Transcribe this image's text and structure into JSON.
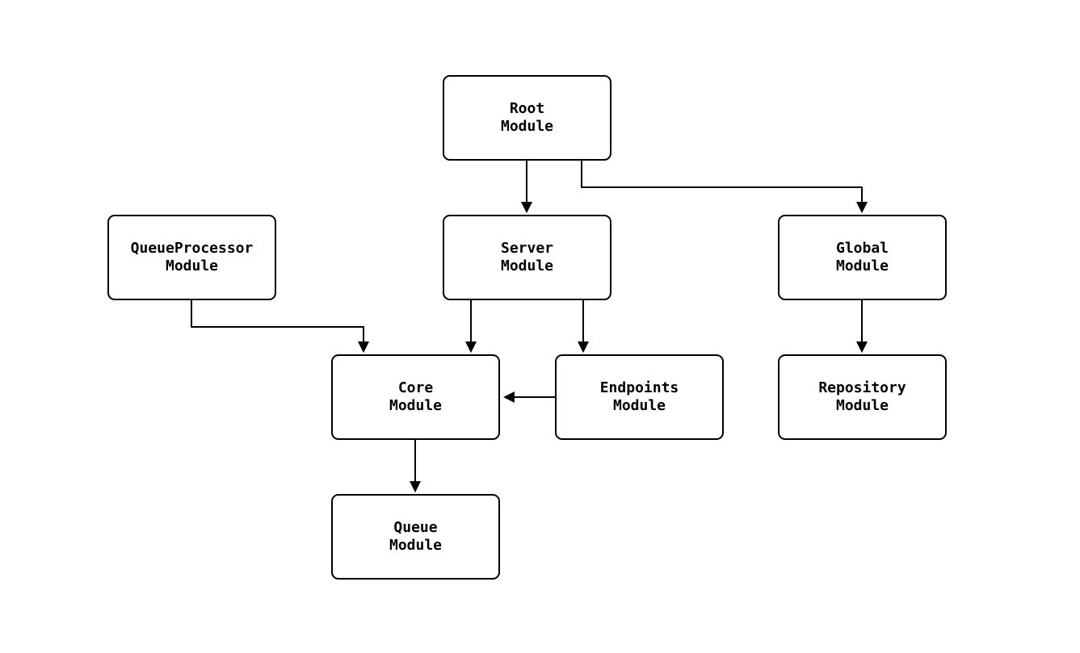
{
  "diagram": {
    "background_color": "#ffffff",
    "node_fill_color": "#ffffff",
    "stroke_color": "#000000",
    "text_color": "#000000",
    "nodes": {
      "root": {
        "line1": "Root",
        "line2": "Module"
      },
      "queueprocessor": {
        "line1": "QueueProcessor",
        "line2": "Module"
      },
      "server": {
        "line1": "Server",
        "line2": "Module"
      },
      "global": {
        "line1": "Global",
        "line2": "Module"
      },
      "core": {
        "line1": "Core",
        "line2": "Module"
      },
      "endpoints": {
        "line1": "Endpoints",
        "line2": "Module"
      },
      "repository": {
        "line1": "Repository",
        "line2": "Module"
      },
      "queue": {
        "line1": "Queue",
        "line2": "Module"
      }
    },
    "edges": [
      {
        "from": "Root Module",
        "to": "Server Module"
      },
      {
        "from": "Root Module",
        "to": "Global Module"
      },
      {
        "from": "QueueProcessor Module",
        "to": "Core Module"
      },
      {
        "from": "Server Module",
        "to": "Core Module"
      },
      {
        "from": "Server Module",
        "to": "Endpoints Module"
      },
      {
        "from": "Endpoints Module",
        "to": "Core Module"
      },
      {
        "from": "Global Module",
        "to": "Repository Module"
      },
      {
        "from": "Core Module",
        "to": "Queue Module"
      }
    ]
  }
}
